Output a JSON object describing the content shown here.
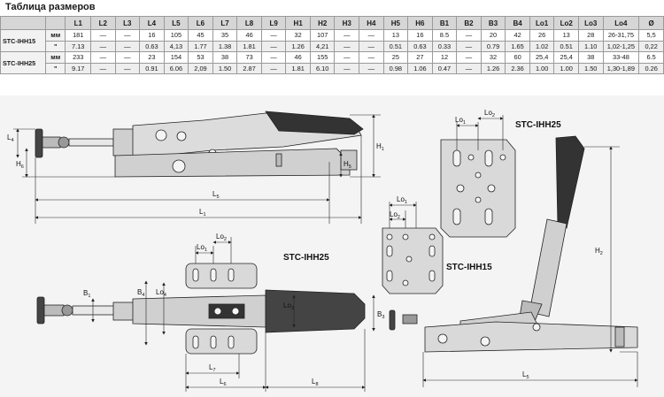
{
  "title": "Таблица размеров",
  "table": {
    "columns": [
      "",
      "",
      "L1",
      "L2",
      "L3",
      "L4",
      "L5",
      "L6",
      "L7",
      "L8",
      "L9",
      "H1",
      "H2",
      "H3",
      "H4",
      "H5",
      "H6",
      "B1",
      "B2",
      "B3",
      "B4",
      "Lo1",
      "Lo2",
      "Lo3",
      "Lo4",
      "Ø"
    ],
    "groups": [
      {
        "model": "STC-IHH15",
        "rows": [
          {
            "unit": "мм",
            "values": [
              "181",
              "—",
              "—",
              "16",
              "105",
              "45",
              "35",
              "46",
              "—",
              "32",
              "107",
              "—",
              "—",
              "13",
              "16",
              "8.5",
              "—",
              "20",
              "42",
              "26",
              "13",
              "28",
              "26-31,75",
              "5,5"
            ]
          },
          {
            "unit": "\"",
            "values": [
              "7.13",
              "—",
              "—",
              "0.63",
              "4,13",
              "1.77",
              "1.38",
              "1.81",
              "—",
              "1.26",
              "4,21",
              "—",
              "—",
              "0.51",
              "0.63",
              "0.33",
              "—",
              "0.79",
              "1.65",
              "1.02",
              "0.51",
              "1.10",
              "1,02-1,25",
              "0,22"
            ]
          }
        ]
      },
      {
        "model": "STC-IHH25",
        "rows": [
          {
            "unit": "мм",
            "values": [
              "233",
              "—",
              "—",
              "23",
              "154",
              "53",
              "38",
              "73",
              "—",
              "46",
              "155",
              "—",
              "—",
              "25",
              "27",
              "12",
              "—",
              "32",
              "60",
              "25,4",
              "25,4",
              "38",
              "33-48",
              "6.5"
            ]
          },
          {
            "unit": "\"",
            "values": [
              "9.17",
              "—",
              "—",
              "0.91",
              "6.06",
              "2,09",
              "1.50",
              "2.87",
              "—",
              "1.81",
              "6.10",
              "—",
              "—",
              "0.98",
              "1.06",
              "0.47",
              "—",
              "1.26",
              "2.36",
              "1.00",
              "1.00",
              "1.50",
              "1,30-1,89",
              "0.26"
            ]
          }
        ]
      }
    ]
  },
  "drawing": {
    "model_labels": [
      "STC-IHH25",
      "STC-IHH15",
      "STC-IHH25"
    ],
    "dims": {
      "L1": "L",
      "s1": "1",
      "L4": "L",
      "s4": "4",
      "L5": "L",
      "s5": "5",
      "L6": "L",
      "s6": "6",
      "L7": "L",
      "s7": "7",
      "L8": "L",
      "s8": "8",
      "H1": "H",
      "sH1": "1",
      "H2": "H",
      "sH2": "2",
      "H5": "H",
      "sH5": "5",
      "H6": "H",
      "sH6": "6",
      "B1": "B",
      "sB1": "1",
      "B3": "B",
      "sB3": "3",
      "B4": "B",
      "sB4": "4",
      "Lo": "Lo",
      "so1": "1",
      "so2": "2",
      "so3": "3",
      "so4": "4"
    }
  }
}
